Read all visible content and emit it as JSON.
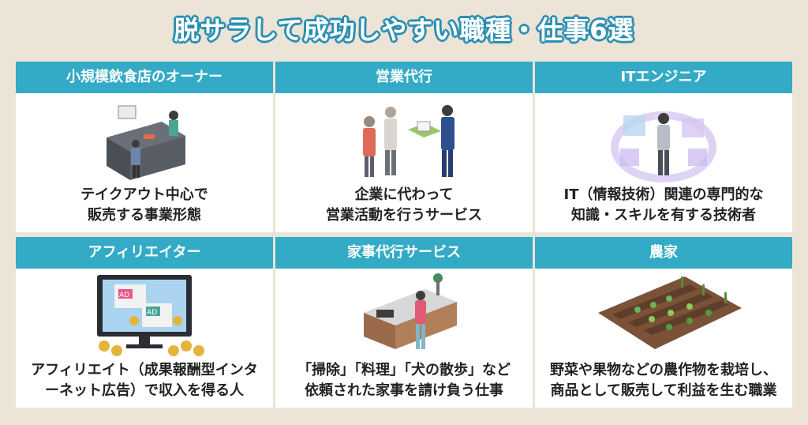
{
  "title": "脱サラして成功しやすい職種・仕事6選",
  "cards": [
    {
      "heading": "小規模飲食店のオーナー",
      "line1": "テイクアウト中心で",
      "line2": "販売する事業形態",
      "illustration": "restaurant-counter-icon"
    },
    {
      "heading": "営業代行",
      "line1": "企業に代わって",
      "line2": "営業活動を行うサービス",
      "illustration": "sales-meeting-icon"
    },
    {
      "heading": "ITエンジニア",
      "line1": "IT（情報技術）関連の専門的な",
      "line2": "知識・スキルを有する技術者",
      "illustration": "engineer-hologram-icon"
    },
    {
      "heading": "アフィリエイター",
      "line1": "アフィリエイト（成果報酬型インタ",
      "line2": "ーネット広告）で収入を得る人",
      "illustration": "monitor-ads-coins-icon"
    },
    {
      "heading": "家事代行サービス",
      "line1": "「掃除」「料理」「犬の散歩」など",
      "line2": "依頼された家事を請け負う仕事",
      "illustration": "kitchen-housework-icon"
    },
    {
      "heading": "農家",
      "line1": "野菜や果物などの農作物を栽培し、",
      "line2": "商品として販売して利益を生む職業",
      "illustration": "farm-field-icon"
    }
  ],
  "ads": {
    "label_a": "AD",
    "label_b": "AD"
  },
  "colors": {
    "header": "#34abc6",
    "title_outline": "#2b8fb3",
    "background": "#ece4d6"
  }
}
